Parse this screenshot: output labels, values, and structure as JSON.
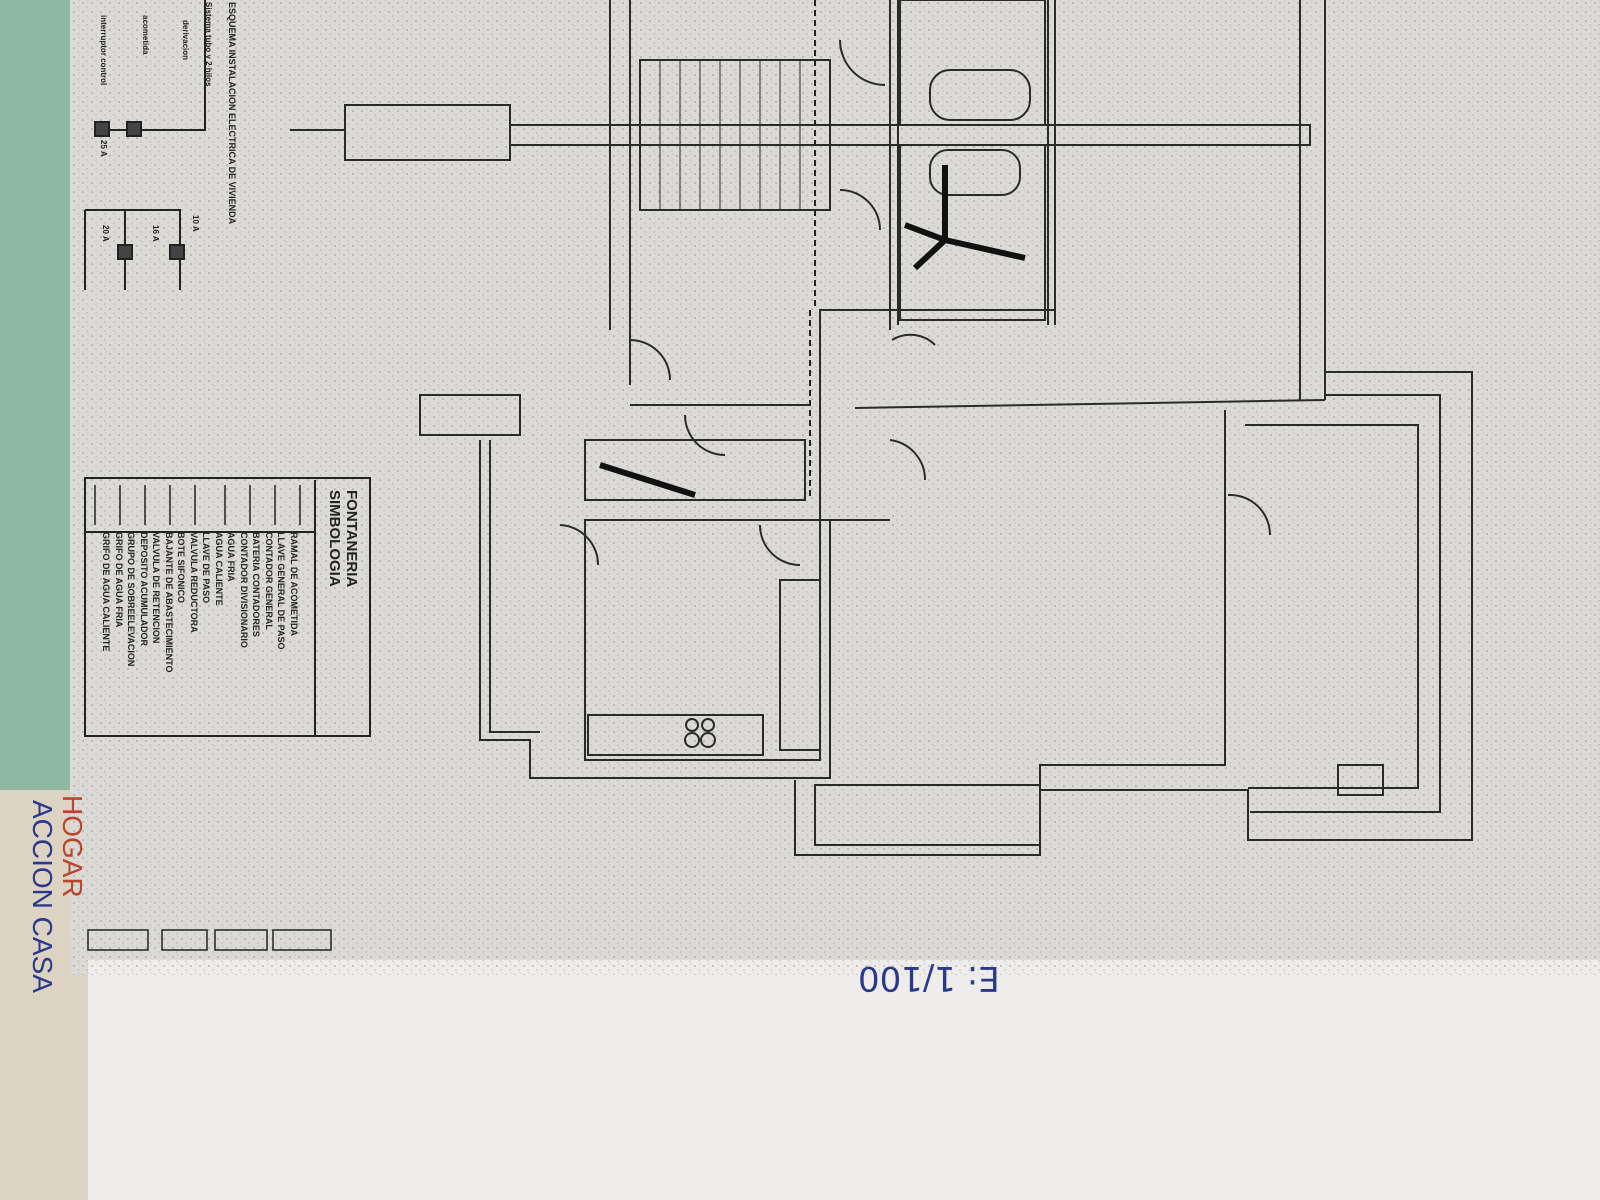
{
  "plumbing_legend": {
    "title_line1": "FONTANERIA",
    "title_line2": "SIMBOLOGIA",
    "items": [
      "RAMAL DE ACOMETIDA",
      "LLAVE GENERAL DE PASO",
      "CONTADOR GENERAL",
      "BATERIA CONTADORES",
      "CONTADOR DIVISIONARIO",
      "AGUA FRIA",
      "AGUA CALIENTE",
      "LLAVE DE PASO",
      "VALVULA REDUCTORA",
      "BOTE SIFONICO",
      "BAJANTE DE ABASTECIMIENTO",
      "VALVULA DE RETENCION",
      "DEPOSITO ACUMULADOR",
      "GRUPO DE SOBREELEVACION",
      "GRIFO DE AGUA FRIA",
      "GRIFO DE AGUA CALIENTE"
    ]
  },
  "electrical_schema": {
    "title": "ESQUEMA INSTALACION ELECTRICA DE VIVIENDA",
    "subtitle": "Sistema tubo y 2 hilos",
    "labels": [
      "derivacion",
      "acometida",
      "interruptor control",
      "25 A",
      "10 A",
      "16 A",
      "20 A"
    ]
  },
  "scale_note": "E: 1/100",
  "margin_notes": [
    "HOGAR",
    "ACCION CASA"
  ],
  "colors": {
    "paper": "#dcdad6",
    "ink": "#222222",
    "scale_ink": "#2a3a8a",
    "note_red": "#b8452e"
  }
}
